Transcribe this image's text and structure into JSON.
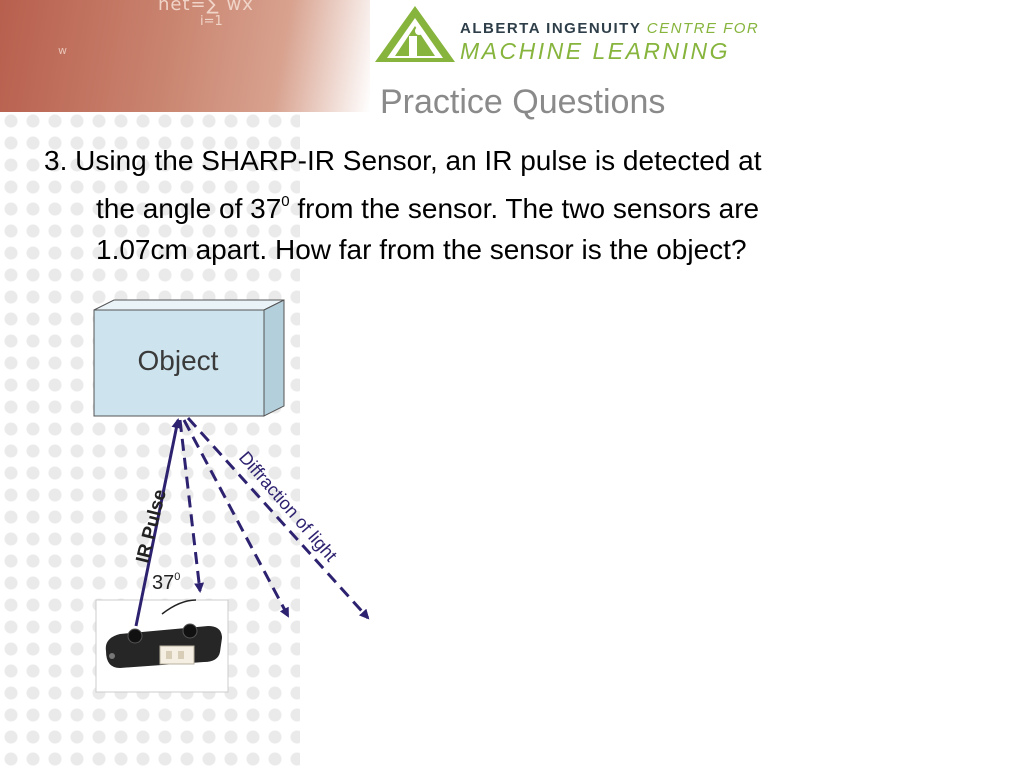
{
  "header": {
    "banner_math": "net=∑ wx",
    "banner_math2": "i=1",
    "banner_small": "w",
    "logo_line1_main": "ALBERTA INGENUITY ",
    "logo_line1_accent": "CENTRE FOR",
    "logo_line2": "MACHINE LEARNING"
  },
  "slide": {
    "title": "Practice Questions"
  },
  "question": {
    "line1": "3.  Using the SHARP-IR Sensor, an IR pulse is detected at",
    "line2_pre": "the angle of 37",
    "line2_sup": "0",
    "line2_post": " from the sensor. The two sensors are",
    "line3": "1.07cm apart. How far from the sensor is the object?"
  },
  "diagram": {
    "object_label": "Object",
    "ir_pulse_label": "IR Pulse",
    "diffraction_label": "Diffraction of light",
    "angle_value": "37",
    "angle_sup": "0",
    "colors": {
      "object_fill": "#cde4ee",
      "object_top": "#e9f3f8",
      "object_side": "#b4cfdc",
      "arrow": "#2d2270"
    }
  }
}
